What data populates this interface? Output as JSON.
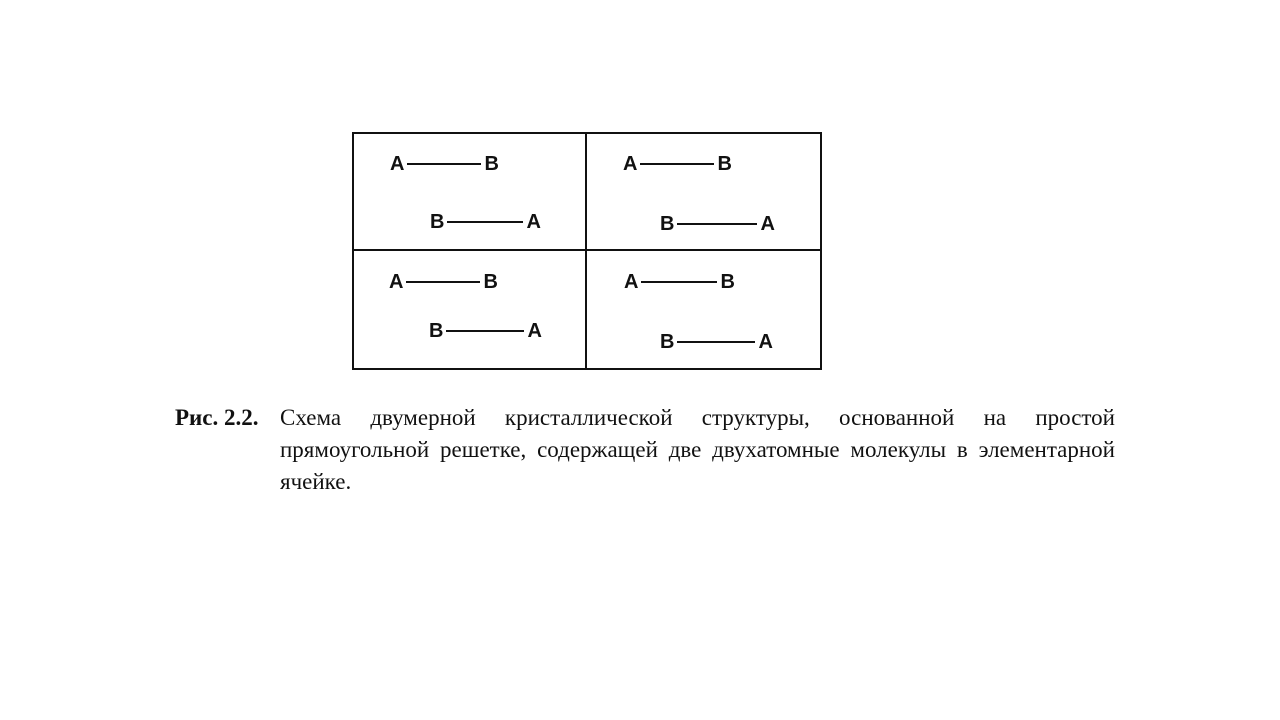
{
  "figure": {
    "cells": [
      {
        "molecule1": {
          "left": "A",
          "right": "B"
        },
        "molecule2": {
          "left": "B",
          "right": "A"
        }
      },
      {
        "molecule1": {
          "left": "A",
          "right": "B"
        },
        "molecule2": {
          "left": "B",
          "right": "A"
        }
      },
      {
        "molecule1": {
          "left": "A",
          "right": "B"
        },
        "molecule2": {
          "left": "B",
          "right": "A"
        }
      },
      {
        "molecule1": {
          "left": "A",
          "right": "B"
        },
        "molecule2": {
          "left": "B",
          "right": "A"
        }
      }
    ]
  },
  "caption": {
    "label": "Рис. 2.2.",
    "text": "Схема двумерной кристаллической структуры, основанной на простой прямоугольной решетке, содержащей две двухатомные молекулы в элементарной ячейке."
  }
}
